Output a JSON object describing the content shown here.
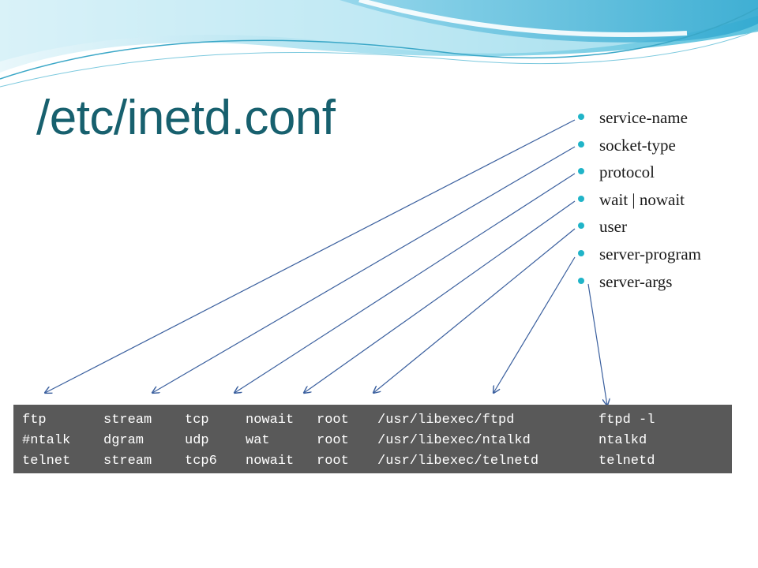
{
  "slide": {
    "title": "/etc/inetd.conf",
    "fields": [
      "service-name",
      "socket-type",
      "protocol",
      "wait | nowait",
      "user",
      "server-program",
      "server-args"
    ],
    "config_lines": [
      [
        "ftp",
        "stream",
        "tcp",
        "nowait",
        "root",
        "/usr/libexec/ftpd",
        "ftpd -l"
      ],
      [
        "#ntalk",
        "dgram",
        "udp",
        "wat",
        "root",
        "/usr/libexec/ntalkd",
        "ntalkd"
      ],
      [
        "telnet",
        "stream",
        "tcp6",
        "nowait",
        "root",
        "/usr/libexec/telnetd",
        "telnetd"
      ]
    ]
  },
  "colors": {
    "title": "#17606e",
    "bullet": "#20b4c8",
    "arrow": "#3a5f9e",
    "code_background": "#595959",
    "code_text": "#ffffff"
  }
}
